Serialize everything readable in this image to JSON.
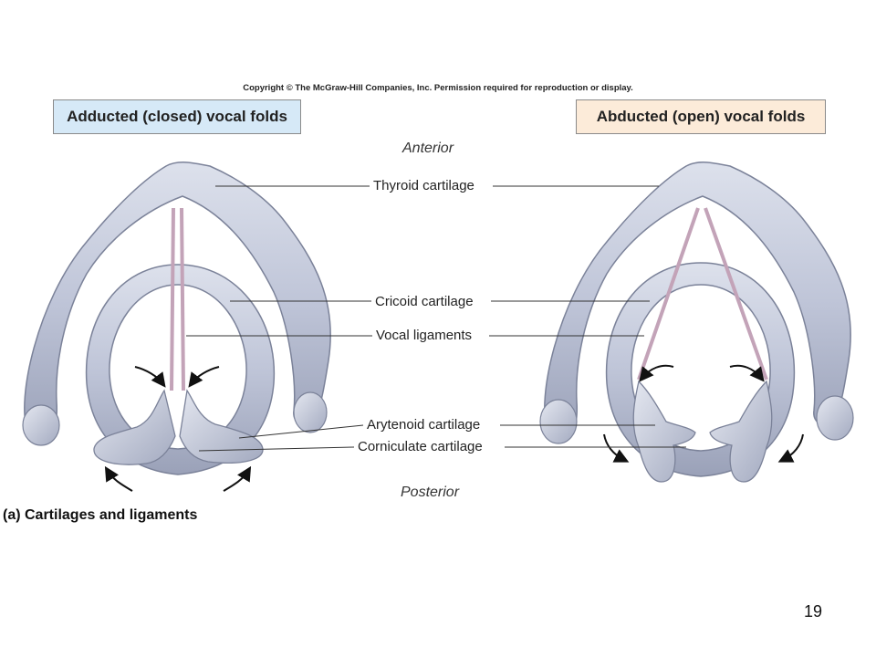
{
  "copyright": "Copyright © The McGraw-Hill Companies, Inc. Permission required for reproduction or display.",
  "panels": {
    "left_title": "Adducted (closed) vocal folds",
    "right_title": "Abducted (open) vocal folds"
  },
  "directions": {
    "anterior": "Anterior",
    "posterior": "Posterior"
  },
  "labels": {
    "thyroid": "Thyroid cartilage",
    "cricoid": "Cricoid cartilage",
    "vocal_ligaments": "Vocal ligaments",
    "arytenoid": "Arytenoid cartilage",
    "corniculate": "Corniculate cartilage"
  },
  "caption": "(a) Cartilages and ligaments",
  "page_number": "19",
  "colors": {
    "cartilage": "#b9c0d4",
    "cartilage_dark": "#8a92aa",
    "ligament": "#c3a3b8",
    "left_title_bg": "#d6e9f7",
    "right_title_bg": "#fcebd9"
  }
}
